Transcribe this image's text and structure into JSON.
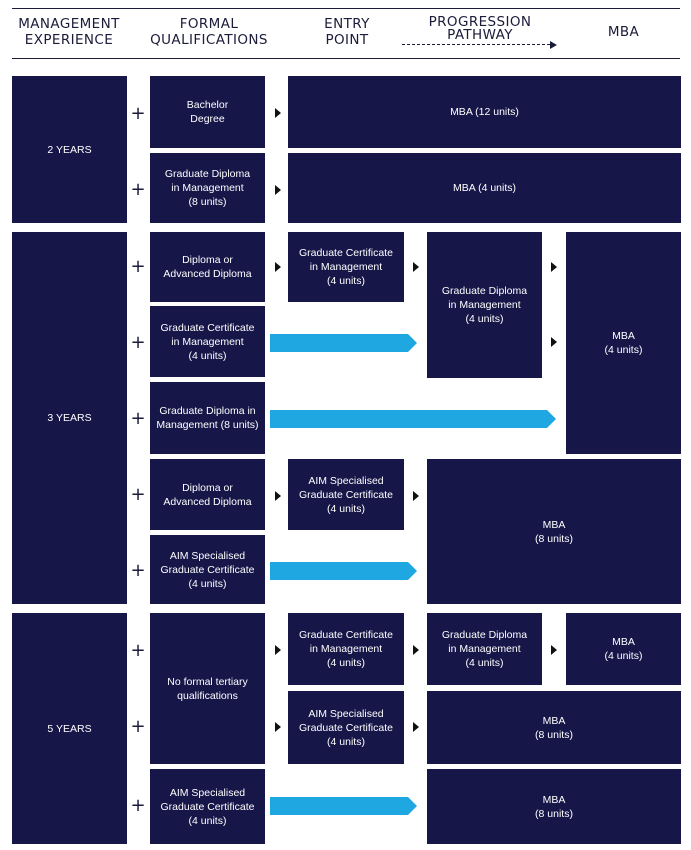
{
  "headers": {
    "management_experience": "MANAGEMENT\nEXPERIENCE",
    "formal_qualifications": "FORMAL\nQUALIFICATIONS",
    "entry_point": "ENTRY\nPOINT",
    "progression_pathway": "PROGRESSION\nPATHWAY",
    "mba": "MBA"
  },
  "experience": {
    "two_years": "2 YEARS",
    "three_years": "3 YEARS",
    "five_years": "5 YEARS"
  },
  "plus": "+",
  "boxes": {
    "q_bachelor": "Bachelor\nDegree",
    "q_grad_dip_8_a": "Graduate Diploma\nin Management\n(8 units)",
    "q_diploma_a": "Diploma or\nAdvanced Diploma",
    "q_grad_cert_4": "Graduate Certificate\nin Management\n(4 units)",
    "q_grad_dip_8_b": "Graduate Diploma in\nManagement (8 units)",
    "q_diploma_b": "Diploma or\nAdvanced Diploma",
    "q_aim_cert_a": "AIM Specialised\nGraduate Certificate\n(4 units)",
    "q_no_formal": "No formal tertiary\nqualifications",
    "q_aim_cert_b": "AIM Specialised\nGraduate Certificate\n(4 units)",
    "mba_12": "MBA (12 units)",
    "mba_4_a": "MBA (4 units)",
    "e_grad_cert_a": "Graduate Certificate\nin Management\n(4 units)",
    "p_grad_dip_a": "Graduate Diploma\nin Management\n(4 units)",
    "mba_4_b": "MBA\n(4 units)",
    "e_aim_cert_a": "AIM Specialised\nGraduate Certificate\n(4 units)",
    "mba_8_a": "MBA\n(8 units)",
    "e_grad_cert_b": "Graduate Certificate\nin Management\n(4 units)",
    "p_grad_dip_b": "Graduate Diploma\nin Management\n(4 units)",
    "mba_4_c": "MBA\n(4 units)",
    "e_aim_cert_b": "AIM Specialised\nGraduate Certificate\n(4 units)",
    "mba_8_b": "MBA\n(8 units)",
    "mba_8_c": "MBA\n(8 units)"
  },
  "colors": {
    "box_fill": "#161649",
    "arrow_fill": "#1fa7e1",
    "text_dark": "#1b1b3a"
  }
}
